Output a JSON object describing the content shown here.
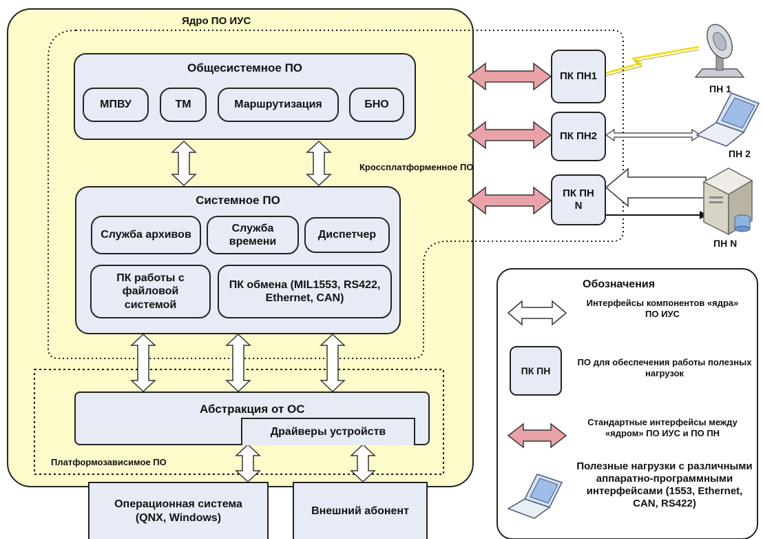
{
  "core": {
    "title": "Ядро ПО ИУС"
  },
  "general_sw": {
    "title": "Общесистемное ПО",
    "modules": [
      "МПВУ",
      "ТМ",
      "Маршрутизация",
      "БНО"
    ]
  },
  "system_sw": {
    "title": "Системное ПО",
    "archive": "Служба архивов",
    "time": "Служба времени",
    "dispatcher": "Диспетчер",
    "fs": "ПК работы с файловой системой",
    "exchange": "ПК обмена (MIL1553, RS422, Ethernet, CAN)"
  },
  "crossplatform": {
    "label": "Кроссплатформенное ПО"
  },
  "abstraction": {
    "title": "Абстракция от ОС",
    "drivers": "Драйверы устройств"
  },
  "platform_dependent": {
    "label": "Платформозависимое ПО"
  },
  "bottom": {
    "os": "Операционная система (QNX, Windows)",
    "external": "Внешний абонент"
  },
  "payload_sw": [
    {
      "label": "ПК ПН1"
    },
    {
      "label": "ПК ПН2"
    },
    {
      "label": "ПК ПН N"
    }
  ],
  "payloads": [
    {
      "label": "ПН 1",
      "icon": "satellite-dish-icon"
    },
    {
      "label": "ПН 2",
      "icon": "laptop-icon"
    },
    {
      "label": "ПН N",
      "icon": "server-icon"
    }
  ],
  "legend": {
    "title": "Обозначения",
    "items": [
      {
        "icon": "hollow-double-arrow-icon",
        "text": "Интерфейсы компонентов «ядра» ПО ИУС"
      },
      {
        "icon": "payload-sw-box-icon",
        "box_label": "ПК ПН",
        "text": "ПО для обеспечения работы полезных нагрузок"
      },
      {
        "icon": "pink-double-arrow-icon",
        "text": "Стандартные интерфейсы между «ядром» ПО ИУС и ПО ПН"
      },
      {
        "icon": "laptop-icon",
        "text": "Полезные нагрузки с различными аппаратно-программными интерфейсами (1553, Ethernet, CAN, RS422)"
      }
    ]
  },
  "colors": {
    "core_fill": "#fdfbc9",
    "box_fill": "#e6ebf5",
    "pink_arrow": "#e9a3a8",
    "hollow_arrow": "#ffffff",
    "lightning": "#f0e020"
  }
}
